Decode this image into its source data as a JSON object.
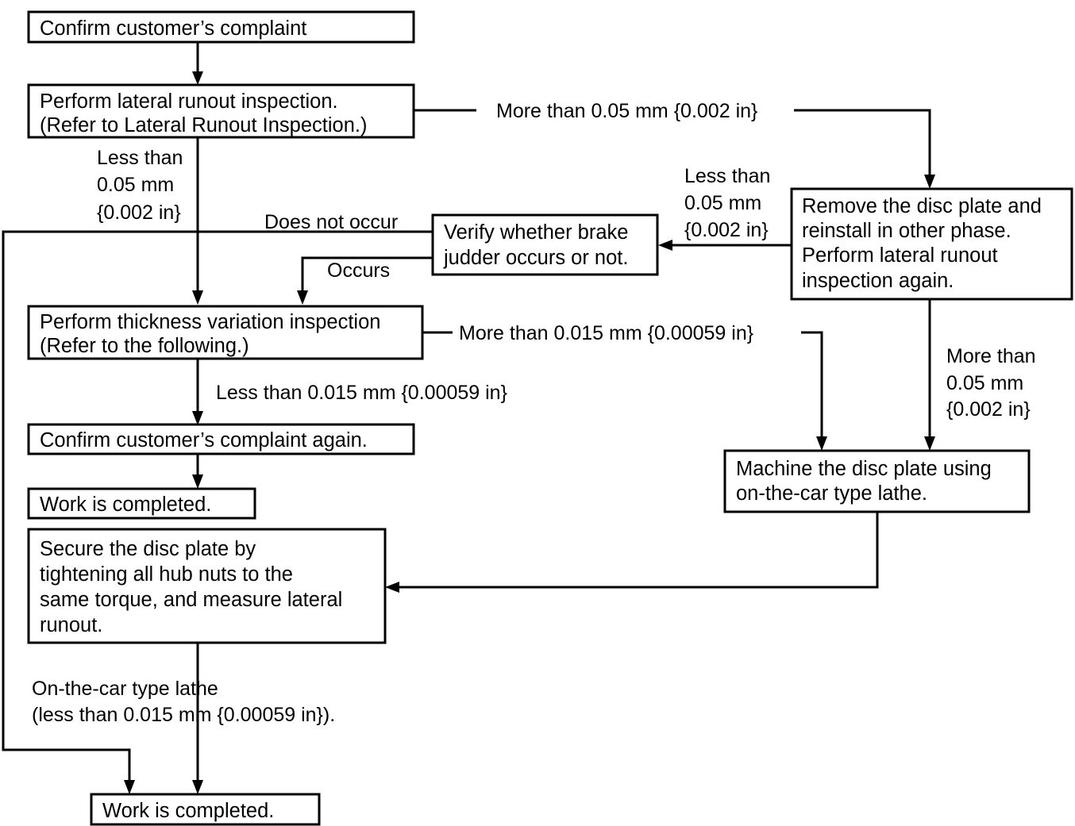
{
  "diagram": {
    "title": "Brake judder diagnostic flowchart",
    "stroke_color": "#000000",
    "background_color": "#ffffff",
    "nodes": {
      "confirm_complaint": {
        "line1": "Confirm customer’s complaint"
      },
      "lateral_runout": {
        "line1": "Perform lateral runout inspection.",
        "line2": "(Refer to Lateral Runout Inspection.)"
      },
      "verify_judder": {
        "line1": "Verify whether brake",
        "line2": "judder occurs or not."
      },
      "remove_disc": {
        "line1": "Remove the disc plate and",
        "line2": "reinstall in other phase.",
        "line3": "Perform lateral runout",
        "line4": "inspection again."
      },
      "thickness_variation": {
        "line1": "Perform thickness variation inspection",
        "line2": "(Refer to the following.)"
      },
      "confirm_again": {
        "line1": "Confirm customer’s complaint again."
      },
      "work_completed_mid": {
        "line1": "Work is completed."
      },
      "machine_disc": {
        "line1": "Machine the disc plate using",
        "line2": "on-the-car type lathe."
      },
      "secure_disc": {
        "line1": "Secure the disc plate by",
        "line2": "tightening all hub nuts to the",
        "line3": "same torque, and measure lateral",
        "line4": "runout."
      },
      "work_completed_bottom": {
        "line1": "Work is completed."
      }
    },
    "edge_labels": {
      "more_than_005_top": "More than 0.05 mm {0.002 in}",
      "less_than_005_left": {
        "line1": "Less than",
        "line2": "0.05 mm",
        "line3": "{0.002 in}"
      },
      "less_than_005_right": {
        "line1": "Less than",
        "line2": "0.05 mm",
        "line3": "{0.002 in}"
      },
      "more_than_005_right": {
        "line1": "More than",
        "line2": "0.05 mm",
        "line3": "{0.002 in}"
      },
      "does_not_occur": "Does not occur",
      "occurs": "Occurs",
      "more_than_0015": "More than 0.015 mm {0.00059 in}",
      "less_than_0015": "Less than 0.015 mm {0.00059 in}",
      "on_the_car_lathe": {
        "line1": "On-the-car type lathe",
        "line2": "(less than 0.015 mm {0.00059 in})."
      }
    }
  },
  "chart_data": {
    "type": "diagram",
    "title": "Brake judder diagnostic flowchart",
    "nodes": [
      {
        "id": "confirm_complaint",
        "label": "Confirm customer’s complaint"
      },
      {
        "id": "lateral_runout",
        "label": "Perform lateral runout inspection. (Refer to Lateral Runout Inspection.)"
      },
      {
        "id": "verify_judder",
        "label": "Verify whether brake judder occurs or not."
      },
      {
        "id": "remove_disc",
        "label": "Remove the disc plate and reinstall in other phase. Perform lateral runout inspection again."
      },
      {
        "id": "thickness_variation",
        "label": "Perform thickness variation inspection (Refer to the following.)"
      },
      {
        "id": "confirm_again",
        "label": "Confirm customer’s complaint again."
      },
      {
        "id": "work_completed_mid",
        "label": "Work is completed."
      },
      {
        "id": "machine_disc",
        "label": "Machine the disc plate using on-the-car type lathe."
      },
      {
        "id": "secure_disc",
        "label": "Secure the disc plate by tightening all hub nuts to the same torque, and measure lateral runout."
      },
      {
        "id": "work_completed_bottom",
        "label": "Work is completed."
      }
    ],
    "edges": [
      {
        "from": "confirm_complaint",
        "to": "lateral_runout",
        "label": ""
      },
      {
        "from": "lateral_runout",
        "to": "remove_disc",
        "label": "More than 0.05 mm {0.002 in}"
      },
      {
        "from": "lateral_runout",
        "to": "thickness_variation",
        "label": "Less than 0.05 mm {0.002 in}"
      },
      {
        "from": "remove_disc",
        "to": "verify_judder",
        "label": "Less than 0.05 mm {0.002 in}"
      },
      {
        "from": "remove_disc",
        "to": "machine_disc",
        "label": "More than 0.05 mm {0.002 in}"
      },
      {
        "from": "verify_judder",
        "to": "work_completed_bottom",
        "label": "Does not occur"
      },
      {
        "from": "verify_judder",
        "to": "thickness_variation",
        "label": "Occurs"
      },
      {
        "from": "thickness_variation",
        "to": "machine_disc",
        "label": "More than 0.015 mm {0.00059 in}"
      },
      {
        "from": "thickness_variation",
        "to": "confirm_again",
        "label": "Less than 0.015 mm {0.00059 in}"
      },
      {
        "from": "confirm_again",
        "to": "work_completed_mid",
        "label": ""
      },
      {
        "from": "machine_disc",
        "to": "secure_disc",
        "label": ""
      },
      {
        "from": "secure_disc",
        "to": "work_completed_bottom",
        "label": "On-the-car type lathe (less than 0.015 mm {0.00059 in})."
      }
    ]
  }
}
